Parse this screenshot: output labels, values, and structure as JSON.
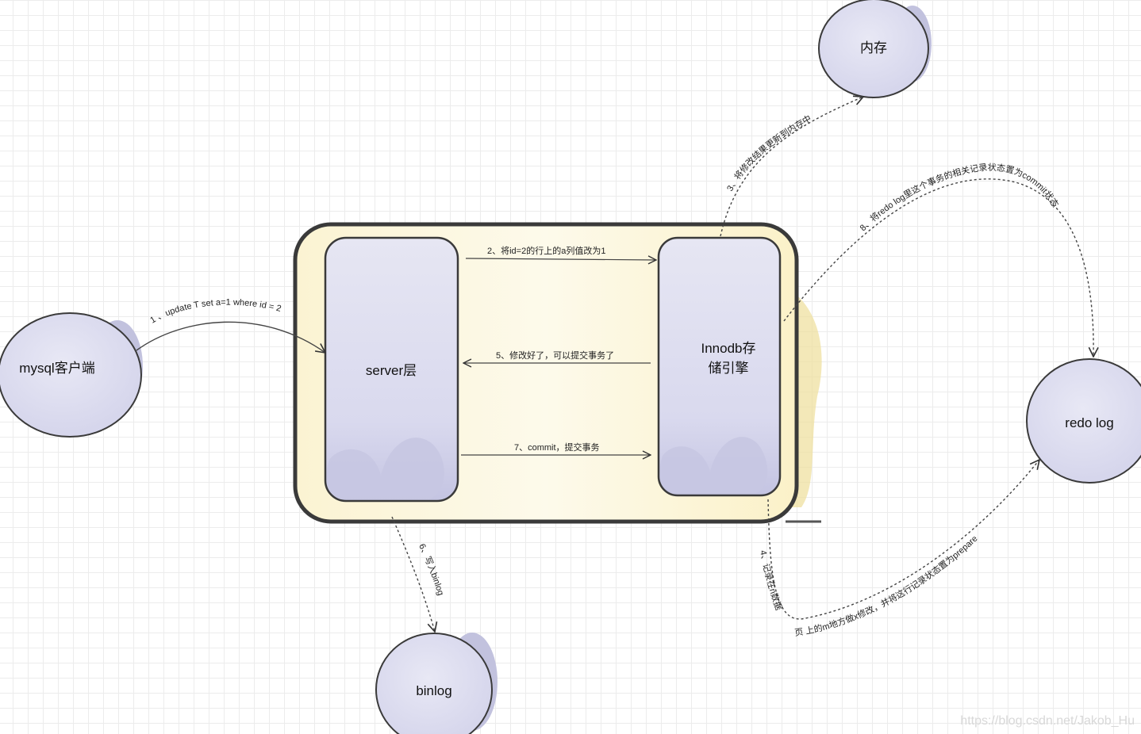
{
  "nodes": {
    "client": "mysql客户端",
    "server": "server层",
    "innodb_line1": "Innodb存",
    "innodb_line2": "储引擎",
    "memory": "内存",
    "redolog": "redo log",
    "binlog": "binlog"
  },
  "edges": {
    "e1": "1 、update T set a=1 where id = 2",
    "e2": "2、将id=2的行上的a列值改为1",
    "e3": "3、将修改结果更新到内存中",
    "e4a": "4、记录在n数据",
    "e4b": "页 上的m地方做x修改，并将这行记录状态置为prepare",
    "e5": "5、修改好了，可以提交事务了",
    "e6": "6、写入binlog",
    "e7": "7、commit，提交事务",
    "e8": "8、将redo log里这个事务的相关记录状态置为commit状态"
  },
  "watermark": "https://blog.csdn.net/Jakob_Hu",
  "colors": {
    "node_fill": "#dcdcef",
    "node_shadow": "#b8b8d8",
    "container_fill": "#fbf4d6",
    "container_stroke": "#3a3a3a",
    "yellow_accent": "#efe0a0"
  }
}
